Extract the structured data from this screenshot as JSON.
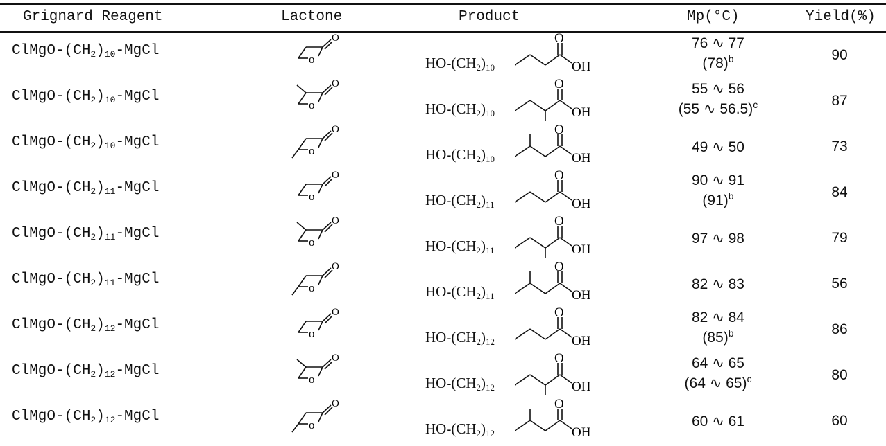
{
  "headers": {
    "reagent": "Grignard Reagent",
    "lactone": "Lactone",
    "product": "Product",
    "mp": "Mp(°C)",
    "yield": "Yield(%)"
  },
  "lactone_ring_o": "o",
  "carbonyl_o": "O",
  "oh_label": "OH",
  "rows": [
    {
      "prefix": "ClMgO-(CH",
      "sub2": "2",
      "paren": ")",
      "n": "10",
      "suffix": "-MgCl",
      "lactone": "plain",
      "prod_prefix": "HO-(CH",
      "prod_sub": "2",
      "prod_paren": ")",
      "mp_main": "76 ∿ 77",
      "mp_lit": "(78)",
      "mp_note": "b",
      "yield": "90"
    },
    {
      "prefix": "ClMgO-(CH",
      "sub2": "2",
      "paren": ")",
      "n": "10",
      "suffix": "-MgCl",
      "lactone": "alpha",
      "prod_prefix": "HO-(CH",
      "prod_sub": "2",
      "prod_paren": ")",
      "mp_main": "55 ∿ 56",
      "mp_lit": "(55 ∿ 56.5)",
      "mp_note": "c",
      "yield": "87"
    },
    {
      "prefix": "ClMgO-(CH",
      "sub2": "2",
      "paren": ")",
      "n": "10",
      "suffix": "-MgCl",
      "lactone": "beta",
      "prod_prefix": "HO-(CH",
      "prod_sub": "2",
      "prod_paren": ")",
      "mp_main": "49 ∿ 50",
      "mp_lit": "",
      "mp_note": "",
      "yield": "73"
    },
    {
      "prefix": "ClMgO-(CH",
      "sub2": "2",
      "paren": ")",
      "n": "11",
      "suffix": "-MgCl",
      "lactone": "plain",
      "prod_prefix": "HO-(CH",
      "prod_sub": "2",
      "prod_paren": ")",
      "mp_main": "90 ∿ 91",
      "mp_lit": "(91)",
      "mp_note": "b",
      "yield": "84"
    },
    {
      "prefix": "ClMgO-(CH",
      "sub2": "2",
      "paren": ")",
      "n": "11",
      "suffix": "-MgCl",
      "lactone": "alpha",
      "prod_prefix": "HO-(CH",
      "prod_sub": "2",
      "prod_paren": ")",
      "mp_main": "97 ∿ 98",
      "mp_lit": "",
      "mp_note": "",
      "yield": "79"
    },
    {
      "prefix": "ClMgO-(CH",
      "sub2": "2",
      "paren": ")",
      "n": "11",
      "suffix": "-MgCl",
      "lactone": "beta",
      "prod_prefix": "HO-(CH",
      "prod_sub": "2",
      "prod_paren": ")",
      "mp_main": "82 ∿ 83",
      "mp_lit": "",
      "mp_note": "",
      "yield": "56"
    },
    {
      "prefix": "ClMgO-(CH",
      "sub2": "2",
      "paren": ")",
      "n": "12",
      "suffix": "-MgCl",
      "lactone": "plain",
      "prod_prefix": "HO-(CH",
      "prod_sub": "2",
      "prod_paren": ")",
      "mp_main": "82 ∿ 84",
      "mp_lit": "(85)",
      "mp_note": "b",
      "yield": "86"
    },
    {
      "prefix": "ClMgO-(CH",
      "sub2": "2",
      "paren": ")",
      "n": "12",
      "suffix": "-MgCl",
      "lactone": "alpha",
      "prod_prefix": "HO-(CH",
      "prod_sub": "2",
      "prod_paren": ")",
      "mp_main": "64 ∿ 65",
      "mp_lit": "(64 ∿ 65)",
      "mp_note": "c",
      "yield": "80"
    },
    {
      "prefix": "ClMgO-(CH",
      "sub2": "2",
      "paren": ")",
      "n": "12",
      "suffix": "-MgCl",
      "lactone": "beta",
      "prod_prefix": "HO-(CH",
      "prod_sub": "2",
      "prod_paren": ")",
      "mp_main": "60 ∿ 61",
      "mp_lit": "",
      "mp_note": "",
      "yield": "60"
    }
  ]
}
